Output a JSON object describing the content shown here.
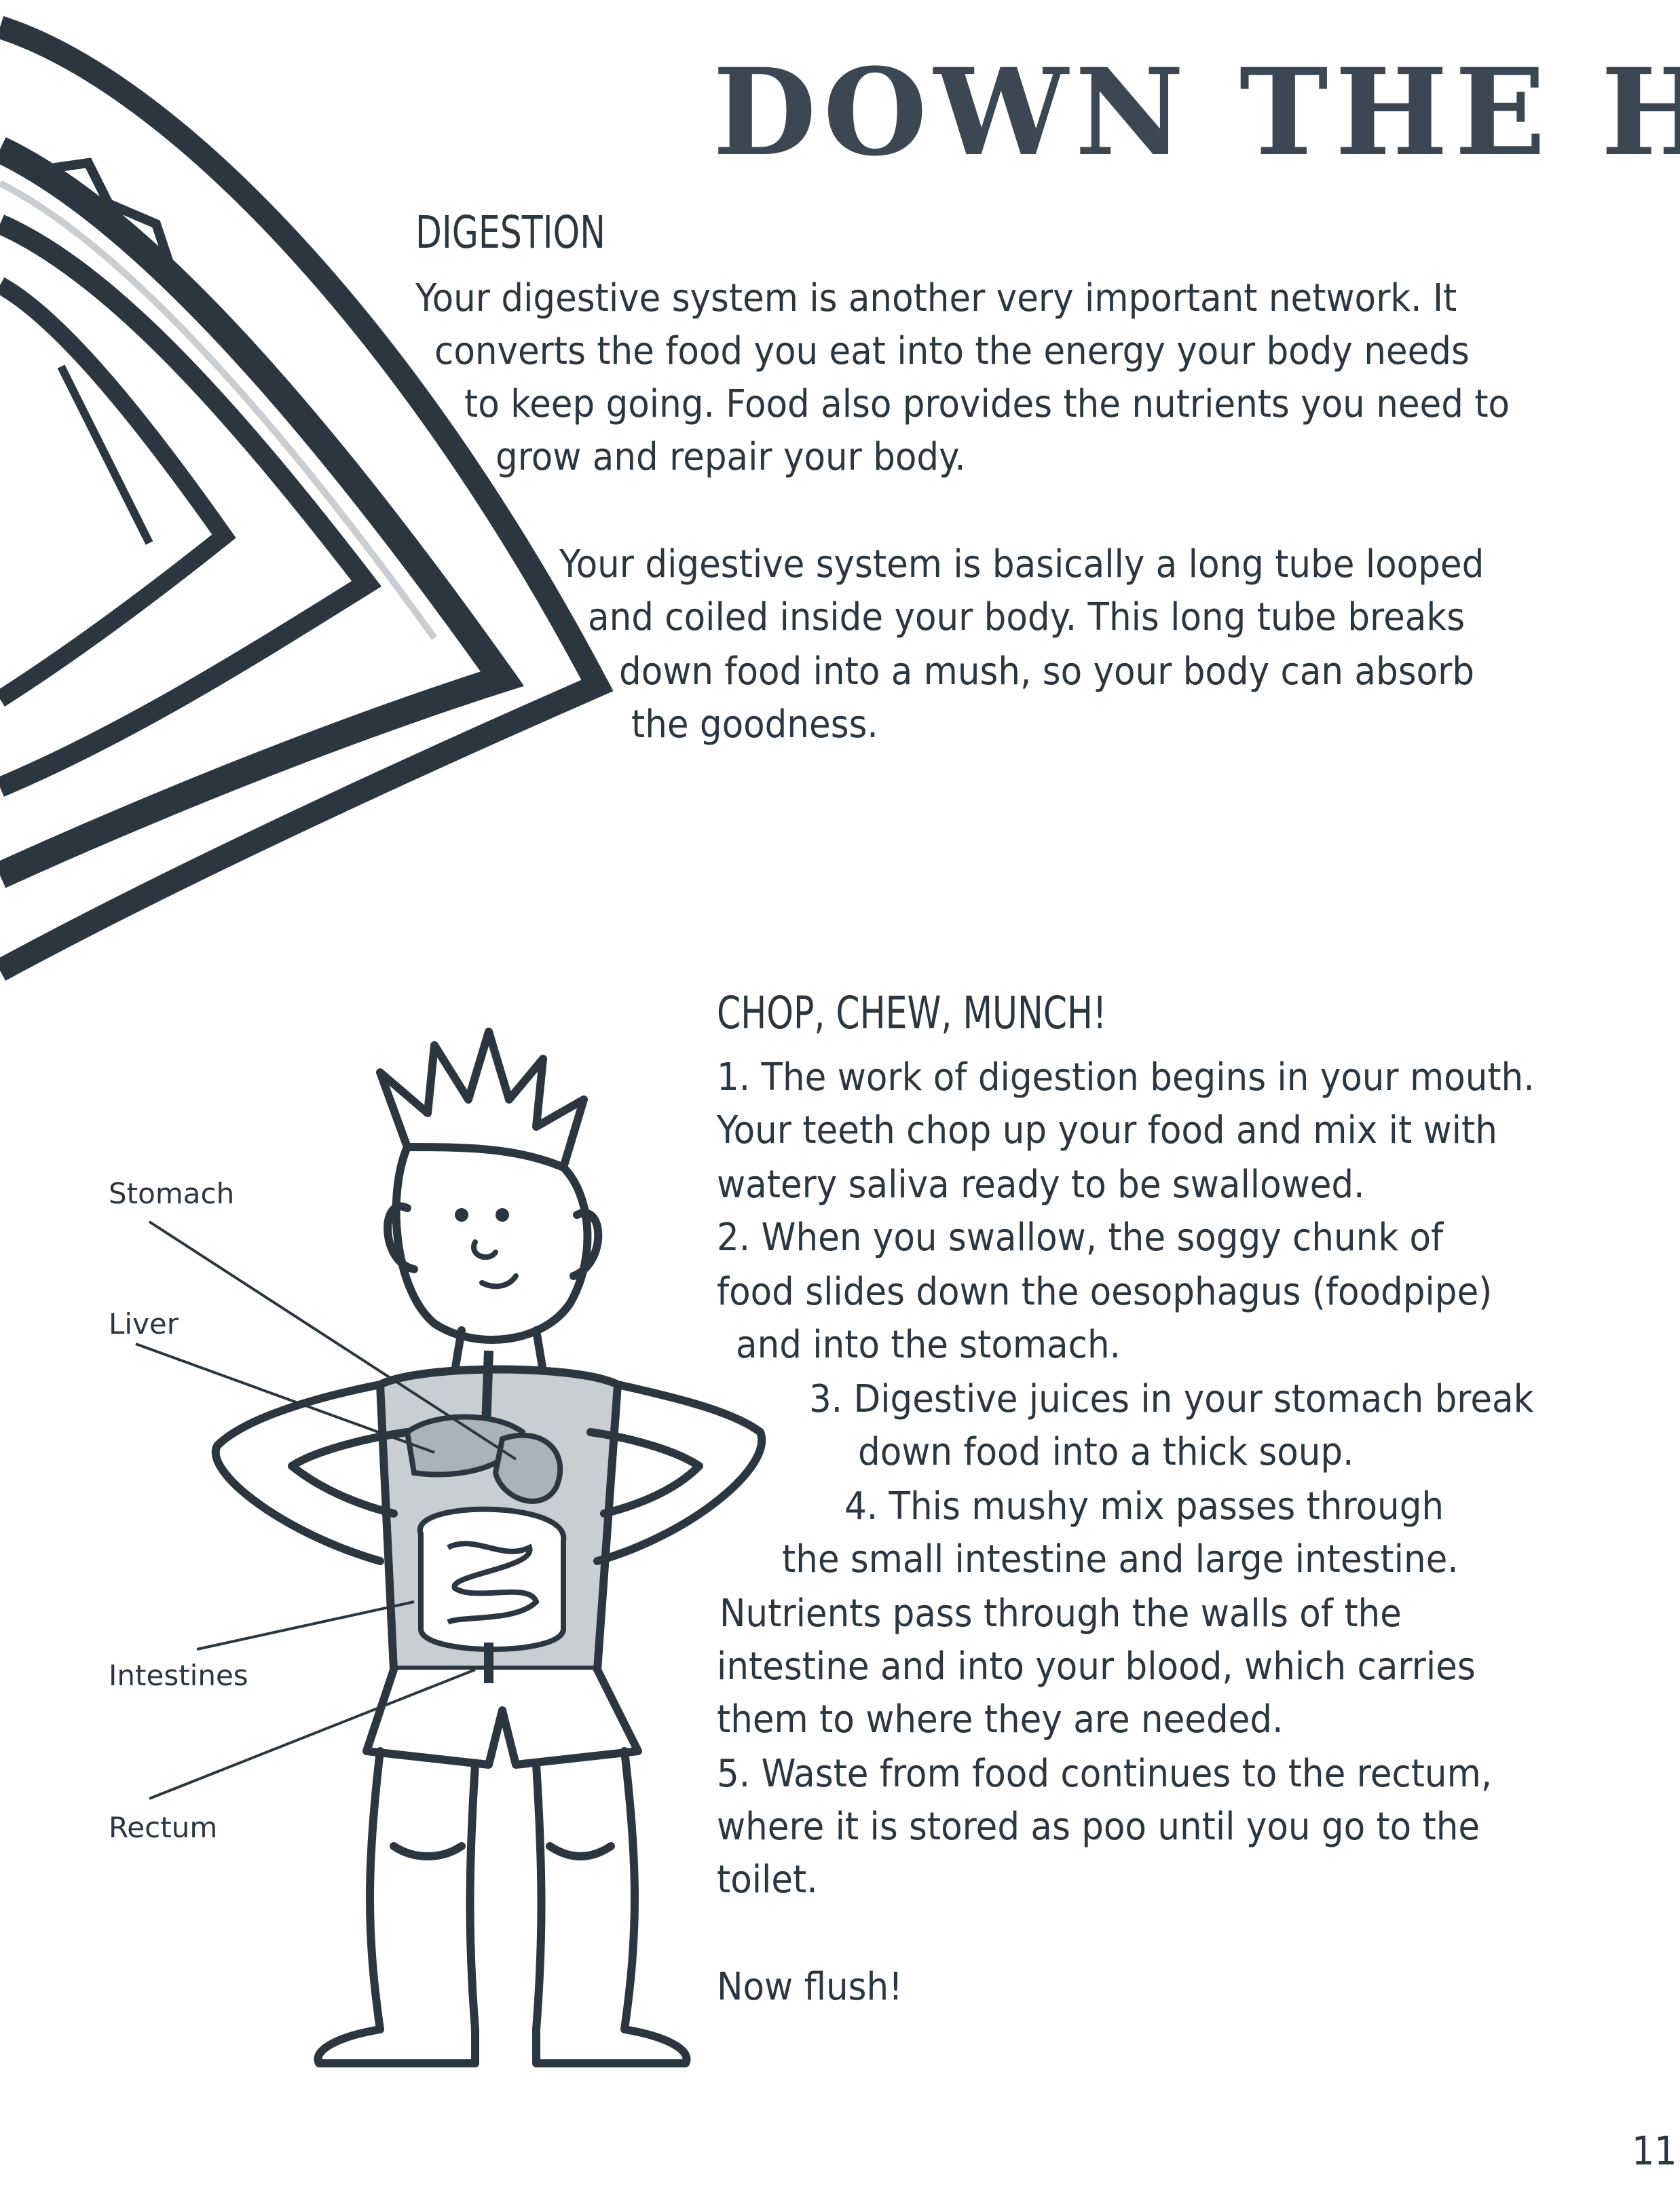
{
  "title": "DOWN THE HATCH",
  "digestion": {
    "heading": "DIGESTION",
    "paragraph1": [
      "Your digestive system is another very important network. It",
      "converts the food you eat into the energy your body needs",
      "to keep going. Food also provides the nutrients you need to",
      "grow and repair your body."
    ],
    "paragraph2": [
      "Your digestive system is basically a long tube looped",
      "and coiled inside your body. This long tube breaks",
      "down food into a mush, so your body can absorb",
      "the goodness."
    ]
  },
  "chop": {
    "heading": "CHOP, CHEW, MUNCH!",
    "lines": [
      "1. The work of digestion begins in your mouth.",
      "Your teeth chop up your food and mix it with",
      "watery saliva ready to be swallowed.",
      "2. When you swallow, the soggy chunk of",
      "food slides down the oesophagus (foodpipe)",
      "and into the stomach.",
      "3. Digestive juices in your stomach break",
      "down food into a thick soup.",
      "4. This mushy mix passes through",
      "the small intestine and large intestine.",
      "Nutrients pass through the walls of the",
      "intestine and into your blood, which carries",
      "them to where they are needed.",
      "5. Waste from food continues to the rectum,",
      "where it is stored as poo until you go to the",
      "toilet."
    ],
    "closing": "Now flush!"
  },
  "figure_labels": {
    "stomach": "Stomach",
    "liver": "Liver",
    "intestines": "Intestines",
    "rectum": "Rectum"
  },
  "page_number": "11",
  "colors": {
    "ink": "#2c3640",
    "title": "#3b4752",
    "shading": "#c9ced3"
  }
}
